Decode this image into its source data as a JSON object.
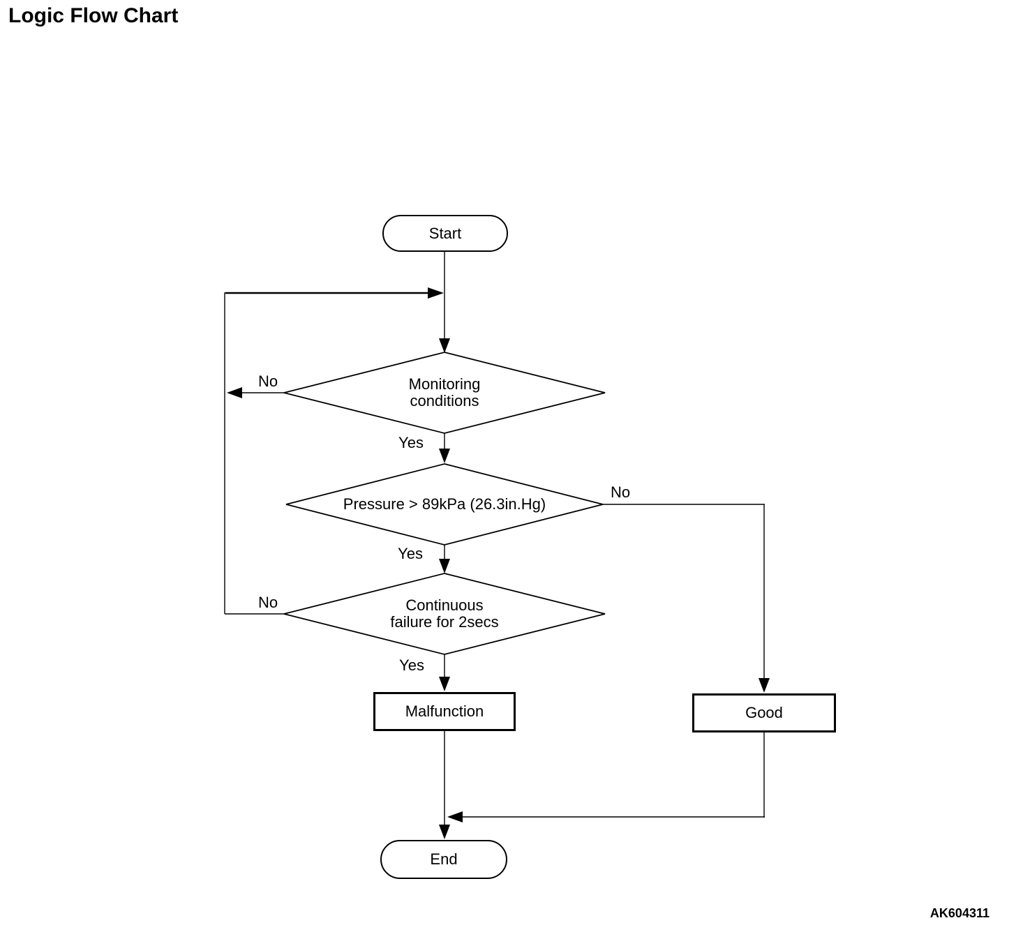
{
  "page": {
    "title": "Logic Flow Chart",
    "figure_code": "AK604311"
  },
  "colors": {
    "background": "#ffffff",
    "line": "#000000",
    "text": "#000000"
  },
  "flowchart": {
    "start": {
      "type": "terminator",
      "label": "Start"
    },
    "decision_monitoring": {
      "type": "decision",
      "line1": "Monitoring",
      "line2": "conditions"
    },
    "decision_pressure": {
      "type": "decision",
      "label": "Pressure > 89kPa (26.3in.Hg)"
    },
    "decision_continuous": {
      "type": "decision",
      "line1": "Continuous",
      "line2": "failure for 2secs"
    },
    "malfunction": {
      "type": "process",
      "label": "Malfunction"
    },
    "good": {
      "type": "process",
      "label": "Good"
    },
    "end": {
      "type": "terminator",
      "label": "End"
    },
    "branches": {
      "monitoring_no": "No",
      "monitoring_yes": "Yes",
      "pressure_no": "No",
      "pressure_yes": "Yes",
      "continuous_no": "No",
      "continuous_yes": "Yes"
    }
  }
}
